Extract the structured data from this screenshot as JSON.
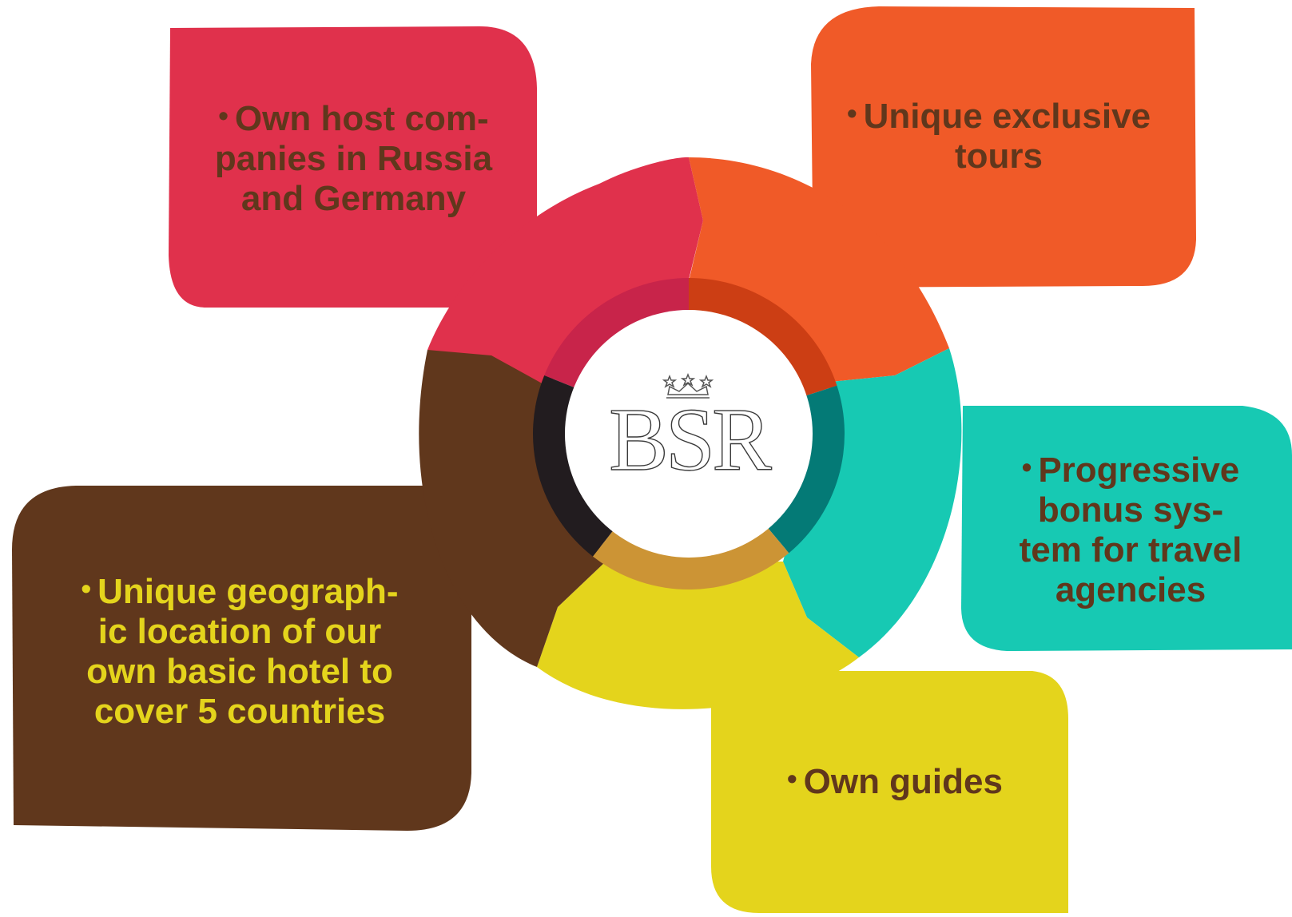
{
  "logo": {
    "text": "BSR",
    "crown": "three-star-crown-icon"
  },
  "colors": {
    "red": "#e0314c",
    "red_inner": "#c8244a",
    "orange": "#f05a28",
    "orange_inner": "#cc3e14",
    "teal": "#17c9b3",
    "teal_inner": "#047a76",
    "yellow": "#e4d41c",
    "yellow_inner": "#cc9435",
    "brown": "#60371c",
    "brown_inner": "#221c1f",
    "dark_text": "#60371c",
    "yellow_text": "#e4d41c"
  },
  "cards": {
    "host": {
      "bullet": "•",
      "lines": [
        "Own host com-",
        "panies in Russia",
        "and Germany"
      ]
    },
    "tours": {
      "bullet": "•",
      "lines": [
        "Unique exclusive",
        "tours"
      ]
    },
    "bonus": {
      "bullet": "•",
      "lines": [
        "Progressive",
        "bonus sys-",
        "tem for travel",
        "agencies"
      ]
    },
    "guides": {
      "bullet": "•",
      "lines": [
        "Own guides"
      ]
    },
    "location": {
      "bullet": "•",
      "lines": [
        "Unique geograph-",
        "ic location of our",
        "own basic hotel to",
        "cover 5 countries"
      ]
    }
  }
}
